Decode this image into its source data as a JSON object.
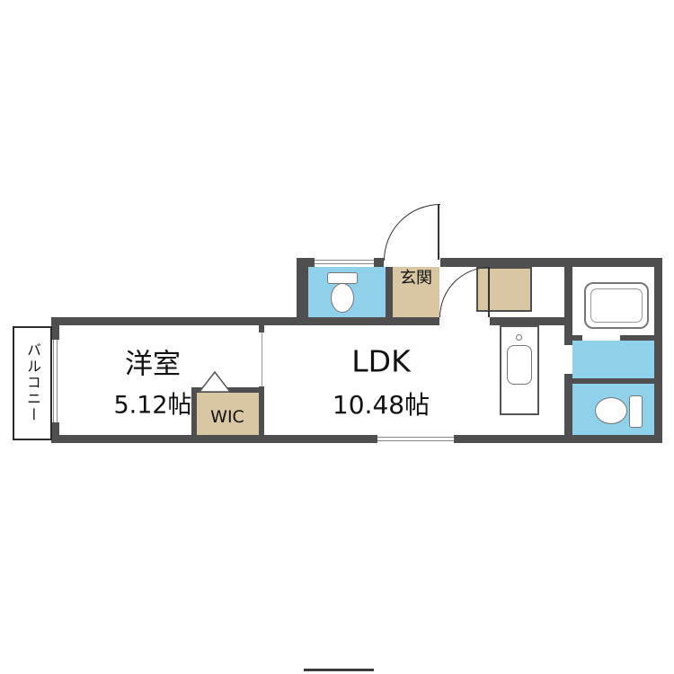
{
  "rooms": {
    "balcony": {
      "label": "バルコニー"
    },
    "bedroom": {
      "name": "洋室",
      "size": "5.12帖"
    },
    "wic": {
      "label": "WIC"
    },
    "ldk": {
      "name": "LDK",
      "size": "10.48帖"
    },
    "entrance": {
      "label": "玄関"
    }
  },
  "colors": {
    "wall": "#4f4f4f",
    "wet_area_blue": "#8fd0ea",
    "tile_beige": "#d9c7a3",
    "floor_white": "#ffffff"
  }
}
